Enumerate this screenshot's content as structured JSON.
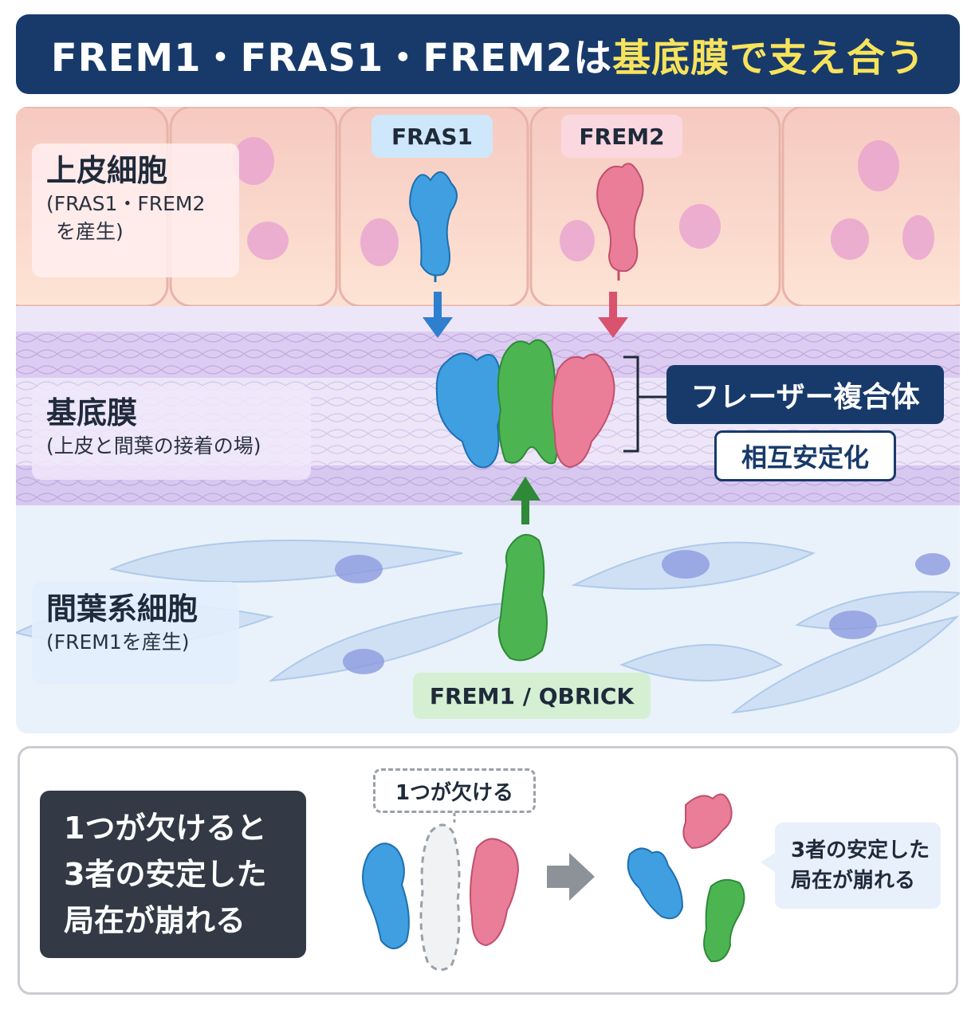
{
  "title": {
    "part1": "FREM1・FRAS1・FREM2は",
    "part2": "基底膜で支え合う"
  },
  "layers": {
    "epithelium": {
      "name": "上皮細胞",
      "sub_line1": "(FRAS1・FREM2",
      "sub_line2": "を産生)"
    },
    "basement_membrane": {
      "name": "基底膜",
      "sub": "(上皮と間葉の接着の場)"
    },
    "mesenchyme": {
      "name": "間葉系細胞",
      "sub": "(FREM1を産生)"
    }
  },
  "proteins": {
    "fras1": {
      "label": "FRAS1",
      "color": "#3f9fe0"
    },
    "frem2": {
      "label": "FREM2",
      "color": "#ea7d98"
    },
    "frem1": {
      "label": "FREM1 / QBRICK",
      "color": "#4cb552"
    }
  },
  "complex": {
    "name": "フレーザー複合体",
    "effect": "相互安定化"
  },
  "bottom": {
    "summary_line1": "1つが欠けると",
    "summary_line2": "3者の安定した",
    "summary_line3": "局在が崩れる",
    "missing_label": "1つが欠ける",
    "result_line1": "3者の安定した",
    "result_line2": "局在が崩れる"
  },
  "colors": {
    "title_bg": "#173a6b",
    "title_highlight": "#f7e35b",
    "fras1": "#3f9fe0",
    "frem2": "#ea7d98",
    "frem1": "#4cb552",
    "dark_box": "#333a46"
  }
}
